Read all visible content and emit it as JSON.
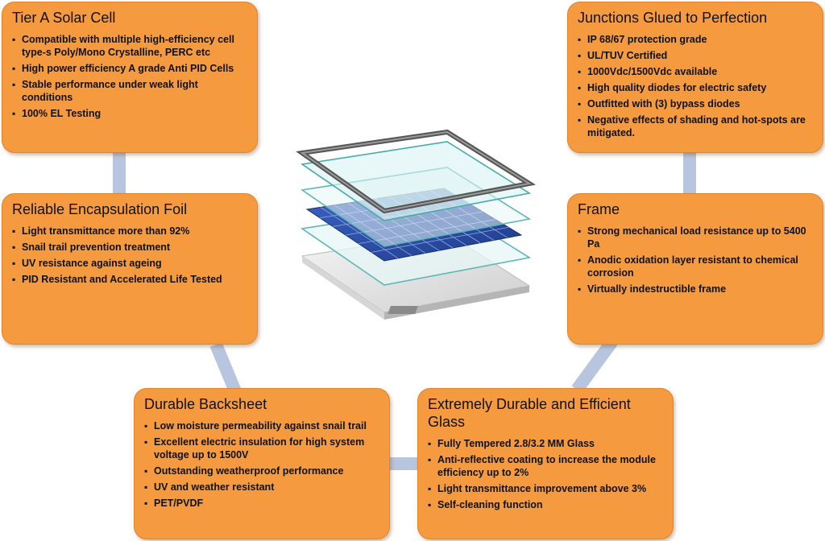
{
  "boxes": {
    "solar_cell": {
      "title": "Tier A Solar Cell",
      "items": [
        "Compatible with multiple high-efficiency cell type-s Poly/Mono Crystalline, PERC etc",
        "High power efficiency A grade Anti PID Cells",
        "Stable performance under weak light conditions",
        "100% EL Testing"
      ]
    },
    "junctions": {
      "title": "Junctions Glued to Perfection",
      "items": [
        "IP 68/67 protection grade",
        "UL/TUV Certified",
        "1000Vdc/1500Vdc available",
        "High quality diodes for electric safety",
        "Outfitted with (3) bypass diodes",
        "Negative effects of shading and hot-spots are mitigated."
      ]
    },
    "encapsulation": {
      "title": "Reliable Encapsulation Foil",
      "items": [
        "Light transmittance more than 92%",
        "Snail trail prevention treatment",
        "UV resistance against ageing",
        "PID Resistant and Accelerated Life Tested"
      ]
    },
    "frame": {
      "title": "Frame",
      "items": [
        "Strong mechanical load resistance up to 5400 Pa",
        "Anodic oxidation layer resistant to chemical corrosion",
        "Virtually indestructible frame"
      ]
    },
    "backsheet": {
      "title": "Durable Backsheet",
      "items": [
        "Low moisture permeability against snail trail",
        "Excellent electric insulation for high system voltage up to 1500V",
        "Outstanding weatherproof performance",
        "UV and weather resistant",
        "PET/PVDF"
      ]
    },
    "glass": {
      "title": "Extremely Durable and Efficient Glass",
      "items": [
        "Fully Tempered 2.8/3.2 MM Glass",
        "Anti-reflective coating to increase the module efficiency up to 2%",
        "Light transmittance improvement above 3%",
        "Self-cleaning function"
      ]
    }
  },
  "colors": {
    "box_fill": "#f59a3e",
    "connector": "#b7c6de",
    "cell_blue": "#2c4fa8"
  }
}
